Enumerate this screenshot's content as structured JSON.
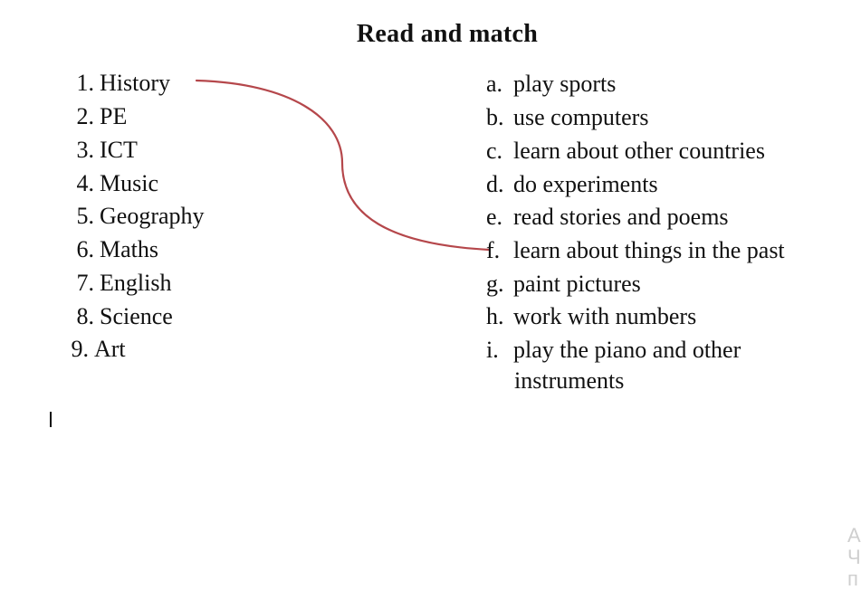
{
  "title": "Read and match",
  "subjects": [
    {
      "num": "1.",
      "label": "History"
    },
    {
      "num": "2.",
      "label": "PE"
    },
    {
      "num": "3.",
      "label": "ICT"
    },
    {
      "num": "4.",
      "label": "Music"
    },
    {
      "num": "5.",
      "label": "Geography"
    },
    {
      "num": "6.",
      "label": "Maths"
    },
    {
      "num": "7.",
      "label": "English"
    },
    {
      "num": "8.",
      "label": "Science"
    },
    {
      "num": "9.",
      "label": "Art"
    }
  ],
  "activities": [
    {
      "letter": "a.",
      "label": "play sports"
    },
    {
      "letter": "b.",
      "label": "use computers"
    },
    {
      "letter": "c.",
      "label": "learn about other countries"
    },
    {
      "letter": "d.",
      "label": "do experiments"
    },
    {
      "letter": "e.",
      "label": "read stories and poems"
    },
    {
      "letter": "f.",
      "label": "learn about things in the past"
    },
    {
      "letter": "g.",
      "label": "paint pictures"
    },
    {
      "letter": "h.",
      "label": "work  with numbers"
    },
    {
      "letter": "i.",
      "label": "play the piano and other"
    }
  ],
  "activity_continuation": "instruments",
  "example_match": {
    "from": "History",
    "to": "f.",
    "color": "#b5474b"
  },
  "watermark": [
    "А",
    "Ч",
    "п"
  ]
}
